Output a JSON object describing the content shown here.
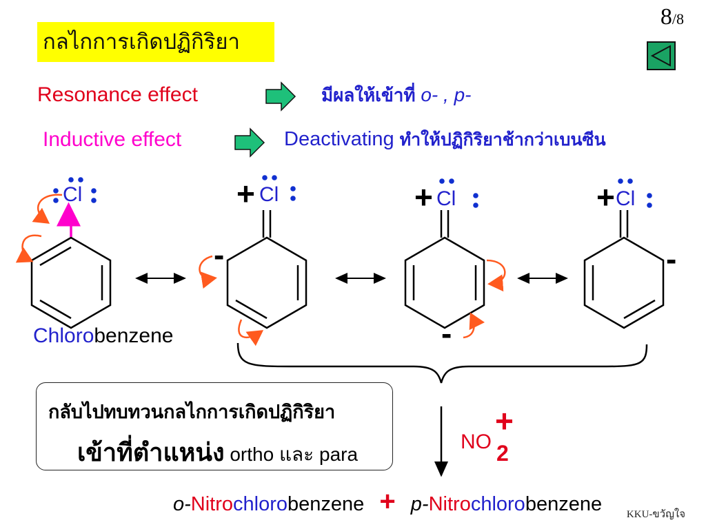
{
  "slide": {
    "title": "กลไกการเกิดปฏิกิริยา",
    "page_current": "8",
    "page_total": "/8",
    "back_button_icon": "triangle-left-icon"
  },
  "effects": {
    "resonance_label": "Resonance effect",
    "resonance_result_thai": "มีผลให้เข้าที่",
    "resonance_result_positions": "o- , p-",
    "inductive_label": "Inductive effect",
    "inductive_result_en": "Deactivating",
    "inductive_result_thai": "ทำให้ปฏิกิริยาช้ากว่าเบนซีน"
  },
  "structures": {
    "atom": "Cl",
    "chloro_part": "Chloro",
    "benzene_part": "benzene"
  },
  "callout": {
    "line1": "กลับไปทบทวนกลไกการเกิดปฏิกิริยา",
    "line2_thai": "เข้าที่ตำแหน่ง",
    "ortho": "ortho",
    "and": "และ",
    "para": "para"
  },
  "reagent": {
    "no": "NO",
    "subscript": "2",
    "charge": "+"
  },
  "product": {
    "o_prefix": "o-",
    "nitro": "Nitro",
    "chloro": "chloro",
    "benzene": "benzene",
    "plus": "+",
    "p_prefix": "p-"
  },
  "footer": "KKU-ขวัญใจ",
  "colors": {
    "title_bg": "#ffff00",
    "arrow_green": "#1ec07a",
    "red": "#e0001b",
    "magenta": "#ff00cc",
    "blue": "#2222cc",
    "orange_arrow": "#ff5a1f"
  }
}
